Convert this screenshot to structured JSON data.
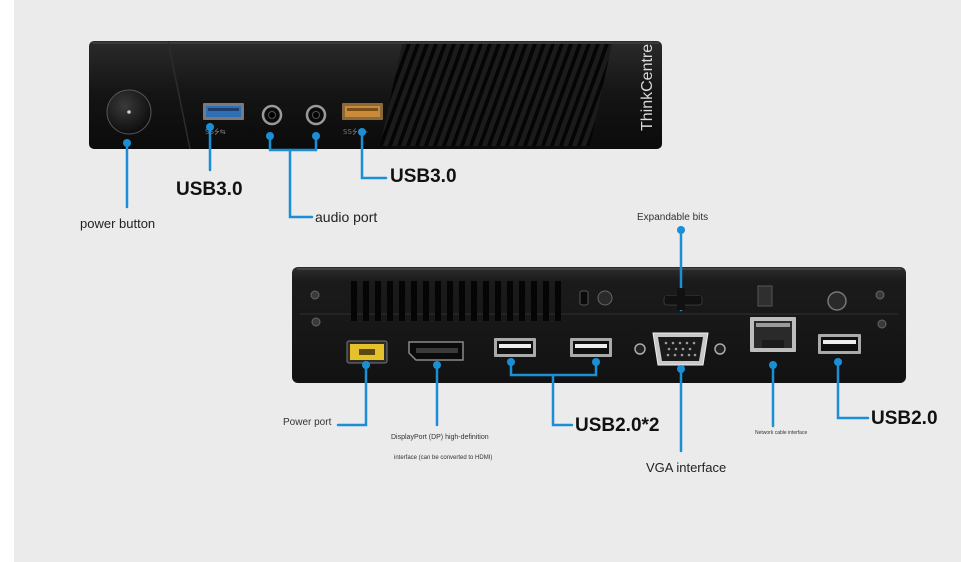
{
  "brand": {
    "logo": "ThinkCentre"
  },
  "colors": {
    "accent": "#1a8fd6",
    "chassis": "#151515",
    "background": "#ebebeb"
  },
  "front_labels": {
    "power_button": "power button",
    "usb_left": "USB3.0",
    "audio_port": "audio port",
    "usb_right": "USB3.0"
  },
  "rear_labels": {
    "expandable_bits": "Expandable bits",
    "power_port": "Power port",
    "displayport_line1": "DisplayPort (DP) high-definition",
    "displayport_line2": "interface (can be converted to HDMI)",
    "usb20_pair": "USB2.0*2",
    "vga_interface": "VGA interface",
    "network_cable": "Network cable interface",
    "usb20_single": "USB2.0"
  }
}
